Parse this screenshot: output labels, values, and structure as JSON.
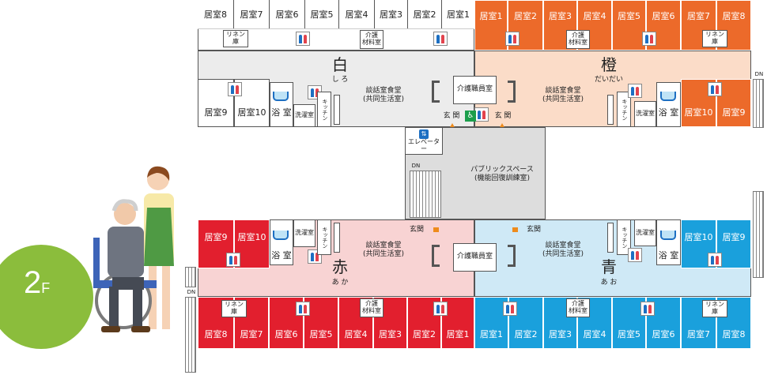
{
  "floor": {
    "number": "2",
    "suffix": "F"
  },
  "units": {
    "shiro": {
      "name": "白",
      "reading": "し ろ"
    },
    "dai": {
      "name": "橙",
      "reading": "だいだい"
    },
    "aka": {
      "name": "赤",
      "reading": "あ か"
    },
    "ao": {
      "name": "青",
      "reading": "あ お"
    }
  },
  "rooms": {
    "top_left": [
      "居室8",
      "居室7",
      "居室6",
      "居室5",
      "居室4",
      "居室3",
      "居室2",
      "居室1"
    ],
    "top_right": [
      "居室1",
      "居室2",
      "居室3",
      "居室4",
      "居室5",
      "居室6",
      "居室7",
      "居室8"
    ],
    "mid_left": [
      "居室9",
      "居室10"
    ],
    "mid_right": [
      "居室10",
      "居室9"
    ],
    "bot_left": [
      "居室8",
      "居室7",
      "居室6",
      "居室5",
      "居室4",
      "居室3",
      "居室2",
      "居室1"
    ],
    "bot_right": [
      "居室1",
      "居室2",
      "居室3",
      "居室4",
      "居室5",
      "居室6",
      "居室7",
      "居室8"
    ],
    "low_left": [
      "居室9",
      "居室10"
    ],
    "low_right": [
      "居室10",
      "居室9"
    ]
  },
  "labels": {
    "linen": "リネン庫",
    "care_supply_1": "介護",
    "care_supply_2": "材料室",
    "dining_1": "談話室食堂",
    "dining_2": "(共同生活室)",
    "bath": "浴 室",
    "laundry": "洗濯室",
    "kitchen": "キッチン",
    "staff_room": "介護職員室",
    "entrance": "玄 関",
    "entrance2": "玄関",
    "elevator": "エレベーター",
    "public_1": "パブリックスペース",
    "public_2": "(機能回復訓練室)",
    "dn": "DN"
  },
  "colors": {
    "orange": "#ec6a2a",
    "red": "#e21f2e",
    "blue": "#1aa0dc",
    "floor_badge": "#8bbd3c"
  }
}
